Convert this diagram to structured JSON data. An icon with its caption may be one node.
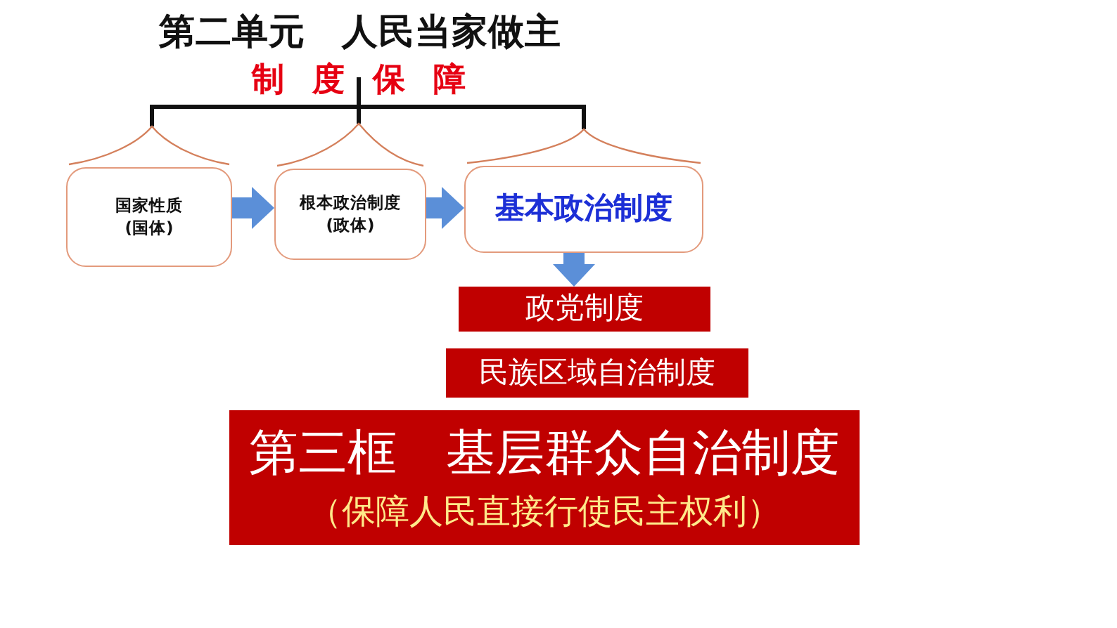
{
  "diagram": {
    "title": "第二单元　人民当家做主",
    "nodes": [
      {
        "text": [
          "国家性质",
          "(国体)"
        ]
      },
      {
        "text": [
          "根本政治制度",
          "(政体)"
        ]
      },
      {
        "text": [
          "基本政治制度"
        ]
      },
      {
        "text": [
          "政党制度"
        ]
      },
      {
        "text": [
          "民族区域自治制度"
        ]
      },
      {
        "text": [
          "第三框　基层群众自治制度",
          "（保障人民直接行使民主权利）"
        ]
      }
    ],
    "edges": [
      {
        "from": 0,
        "to": 1,
        "arrow": "to"
      },
      {
        "from": 1,
        "to": 2,
        "arrow": "to"
      },
      {
        "from": 2,
        "to": 3,
        "arrow": "to"
      }
    ],
    "labels": [
      "制度保障"
    ]
  }
}
